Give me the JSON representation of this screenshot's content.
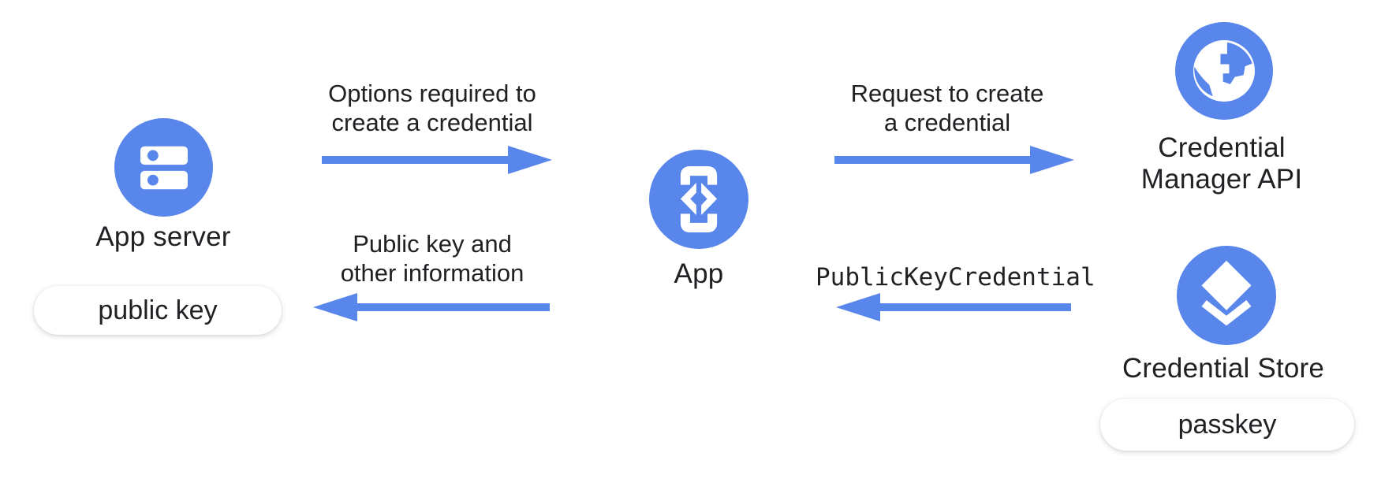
{
  "colors": {
    "accent_blue": "#5886EB",
    "text_dark": "#202124",
    "background": "#ffffff",
    "badge_background": "#ffffff"
  },
  "nodes": {
    "app_server": {
      "label": "App server",
      "icon": "server-icon",
      "badge": "public key"
    },
    "app": {
      "label": "App",
      "icon": "phone-code-icon"
    },
    "credential_manager_api": {
      "label": "Credential\nManager API",
      "icon": "globe-icon"
    },
    "credential_store": {
      "label": "Credential Store",
      "icon": "layers-icon",
      "badge": "passkey"
    }
  },
  "arrows": {
    "options_required": {
      "label": "Options required to\ncreate a credential",
      "direction": "right"
    },
    "request_create": {
      "label": "Request to create\na credential",
      "direction": "right"
    },
    "public_key_info": {
      "label": "Public key and\nother information",
      "direction": "left"
    },
    "public_key_credential": {
      "label": "PublicKeyCredential",
      "direction": "left",
      "text_style": "monospace"
    }
  }
}
